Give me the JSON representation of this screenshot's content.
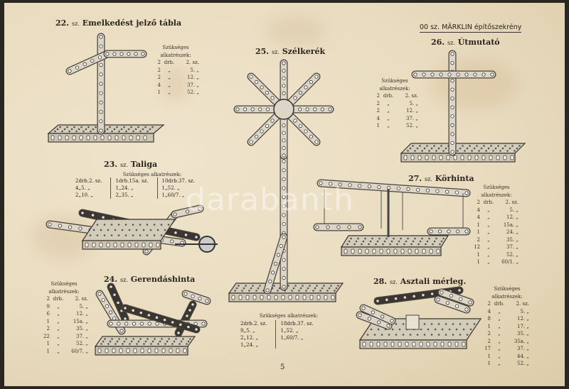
{
  "header": "00 sz. MÄRKLIN építőszekrény",
  "page_number": "5",
  "watermark": "darabanth",
  "parts_heading": "Szükséges alkatrészek:",
  "sz": "sz.",
  "models": [
    {
      "num": "22.",
      "title": "Emelkedést jelző tábla",
      "parts": [
        [
          "2",
          "2."
        ],
        [
          "2",
          "5."
        ],
        [
          "2",
          "12."
        ],
        [
          "4",
          "37."
        ],
        [
          "1",
          "52."
        ]
      ]
    },
    {
      "num": "23.",
      "title": "Taliga",
      "parts": [
        [
          "2",
          "2."
        ],
        [
          "4",
          "5."
        ],
        [
          "2",
          "10."
        ],
        [
          "1",
          "15a."
        ],
        [
          "1",
          "24."
        ],
        [
          "2",
          "35."
        ],
        [
          "10",
          "37."
        ],
        [
          "1",
          "52."
        ],
        [
          "1",
          "60/7."
        ]
      ]
    },
    {
      "num": "24.",
      "title": "Gerendáshinta",
      "parts": [
        [
          "2",
          "2."
        ],
        [
          "9",
          "5."
        ],
        [
          "6",
          "12."
        ],
        [
          "1",
          "15a."
        ],
        [
          "2",
          "35."
        ],
        [
          "22",
          "37."
        ],
        [
          "1",
          "52."
        ],
        [
          "1",
          "60/7."
        ]
      ]
    },
    {
      "num": "25.",
      "title": "Szélkerék",
      "parts": [
        [
          "2",
          "2."
        ],
        [
          "9",
          "5."
        ],
        [
          "2",
          "12."
        ],
        [
          "1",
          "24."
        ],
        [
          "18",
          "37."
        ],
        [
          "1",
          "52."
        ],
        [
          "1",
          "60/7."
        ]
      ]
    },
    {
      "num": "26.",
      "title": "Útmutató",
      "parts": [
        [
          "2",
          "2."
        ],
        [
          "2",
          "5."
        ],
        [
          "2",
          "12."
        ],
        [
          "4",
          "37."
        ],
        [
          "1",
          "52."
        ]
      ]
    },
    {
      "num": "27.",
      "title": "Körhinta",
      "parts": [
        [
          "2",
          "2."
        ],
        [
          "4",
          "5."
        ],
        [
          "4",
          "12."
        ],
        [
          "1",
          "15a."
        ],
        [
          "1",
          "24."
        ],
        [
          "2",
          "35."
        ],
        [
          "12",
          "37."
        ],
        [
          "1",
          "52."
        ],
        [
          "1",
          "60/1."
        ]
      ]
    },
    {
      "num": "28.",
      "title": "Asztali mérleg.",
      "parts": [
        [
          "2",
          "2."
        ],
        [
          "4",
          "5."
        ],
        [
          "8",
          "12."
        ],
        [
          "1",
          "17."
        ],
        [
          "2",
          "35."
        ],
        [
          "2",
          "35a."
        ],
        [
          "17",
          "37."
        ],
        [
          "1",
          "44."
        ],
        [
          "1",
          "52."
        ]
      ]
    }
  ]
}
